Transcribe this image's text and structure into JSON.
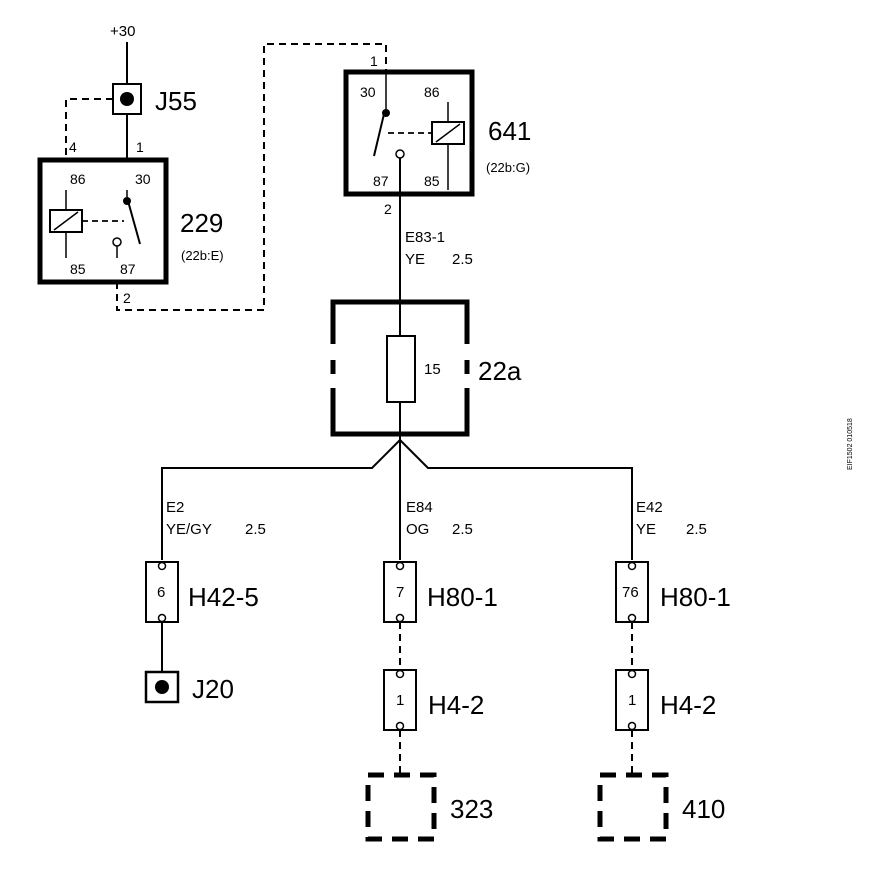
{
  "supply": "+30",
  "j55": "J55",
  "relay229": {
    "id": "229",
    "ref": "(22b:E)",
    "pin86": "86",
    "pin30": "30",
    "pin85": "85",
    "pin87": "87",
    "wire4": "4",
    "wire1": "1",
    "wire2": "2"
  },
  "relay641": {
    "id": "641",
    "ref": "(22b:G)",
    "pin30": "30",
    "pin86": "86",
    "pin87": "87",
    "pin85": "85",
    "wire1": "1",
    "wire2": "2"
  },
  "wire_e831": {
    "code": "E83-1",
    "color": "YE",
    "size": "2.5"
  },
  "fusebox": {
    "id": "22a",
    "fuse": "15"
  },
  "branch_left": {
    "code": "E2",
    "color": "YE/GY",
    "size": "2.5",
    "pin": "6",
    "connector": "H42-5",
    "ground": "J20"
  },
  "branch_mid": {
    "code": "E84",
    "color": "OG",
    "size": "2.5",
    "pin": "7",
    "connector": "H80-1",
    "pin2": "1",
    "connector2": "H4-2",
    "component": "323"
  },
  "branch_right": {
    "code": "E42",
    "color": "YE",
    "size": "2.5",
    "pin": "76",
    "connector": "H80-1",
    "pin2": "1",
    "connector2": "H4-2",
    "component": "410"
  },
  "ref_code": "EIF1502 010518"
}
